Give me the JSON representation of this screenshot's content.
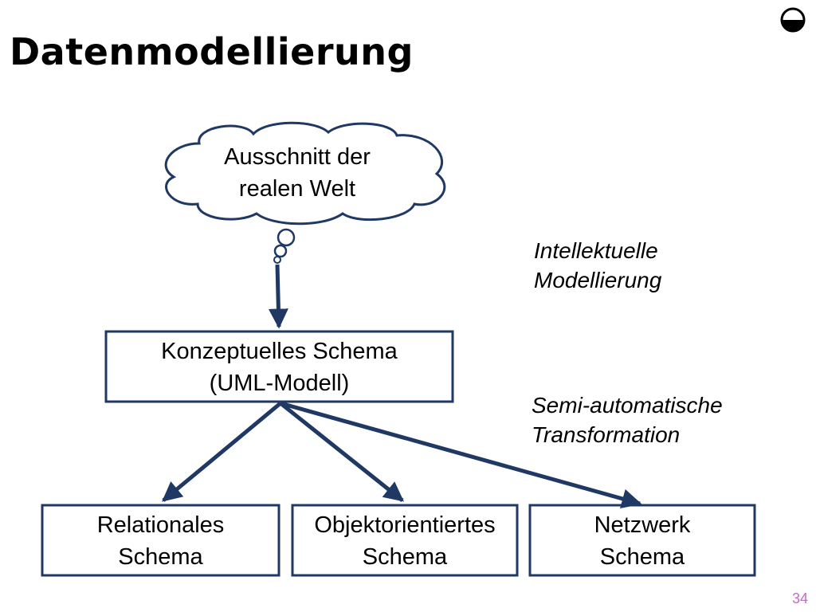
{
  "slide": {
    "title": "Datenmodellierung",
    "page_number": "34"
  },
  "cloud": {
    "lines": [
      "Ausschnitt der",
      "realen Welt"
    ]
  },
  "conceptual": {
    "lines": [
      "Konzeptuelles Schema",
      "(UML-Modell)"
    ]
  },
  "targets": [
    {
      "lines": [
        "Relationales",
        "Schema"
      ]
    },
    {
      "lines": [
        "Objektorientiertes",
        "Schema"
      ]
    },
    {
      "lines": [
        "Netzwerk",
        "Schema"
      ]
    }
  ],
  "notes": {
    "intellectual": [
      "Intellektuelle",
      "Modellierung"
    ],
    "semi_automatic": [
      "Semi-automatische",
      "Transformation"
    ]
  },
  "colors": {
    "arrow": "#1f3864",
    "box_border": "#1f3864",
    "page_number": "#cc66cc"
  },
  "icons": {
    "corner": "half-filled-circle-icon"
  }
}
